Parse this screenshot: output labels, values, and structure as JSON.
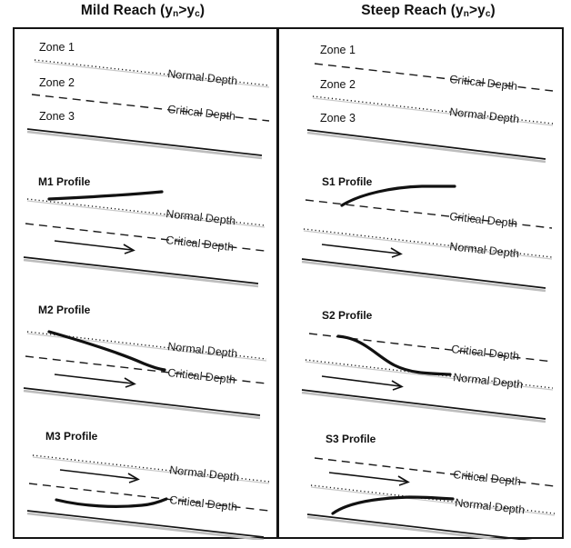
{
  "figure": {
    "type": "diagram",
    "subject": "Gradually varied flow water surface profiles",
    "columns": [
      {
        "id": "mild",
        "title_text": "Mild Reach (",
        "title_sub1": "n",
        "title_mid": ">y",
        "title_sub2": "c",
        "title_end": ")",
        "title_full": "Mild Reach (yn>yc)",
        "title_prefix": "Mild Reach (y"
      },
      {
        "id": "steep",
        "title_full": "Steep Reach (yn>yc)",
        "title_prefix": "Steep Reach (y",
        "title_sub1": "n",
        "title_mid": ">y",
        "title_sub2": "c",
        "title_end": ")"
      }
    ]
  },
  "labels": {
    "normal_depth": "Normal Depth",
    "critical_depth": "Critical Depth",
    "zone1": "Zone 1",
    "zone2": "Zone 2",
    "zone3": "Zone 3"
  },
  "panels": {
    "mild_zones": {
      "name": "mild-zone-definition",
      "zone_labels": [
        "Zone 1",
        "Zone 2",
        "Zone 3"
      ],
      "upper_line": "Normal Depth",
      "upper_line_style": "dotted",
      "lower_line": "Critical Depth",
      "lower_line_style": "dashed",
      "bed_line": "channel bed",
      "has_arrow": false,
      "has_profile_curve": false
    },
    "mild_m1": {
      "name": "m1-profile",
      "profile_label": "M1 Profile",
      "upper_line": "Normal Depth",
      "upper_line_style": "dotted",
      "lower_line": "Critical Depth",
      "lower_line_style": "dashed",
      "curve_zone": "Zone 1",
      "curve_description": "backwater curve rising above normal depth",
      "has_arrow": true
    },
    "mild_m2": {
      "name": "m2-profile",
      "profile_label": "M2 Profile",
      "upper_line": "Normal Depth",
      "upper_line_style": "dotted",
      "lower_line": "Critical Depth",
      "lower_line_style": "dashed",
      "curve_zone": "Zone 2",
      "curve_description": "drawdown curve from normal depth to critical depth",
      "has_arrow": true
    },
    "mild_m3": {
      "name": "m3-profile",
      "profile_label": "M3 Profile",
      "upper_line": "Normal Depth",
      "upper_line_style": "dotted",
      "lower_line": "Critical Depth",
      "lower_line_style": "dashed",
      "curve_zone": "Zone 3",
      "curve_description": "curve below critical depth rising toward it",
      "has_arrow": true
    },
    "steep_zones": {
      "name": "steep-zone-definition",
      "zone_labels": [
        "Zone 1",
        "Zone 2",
        "Zone 3"
      ],
      "upper_line": "Critical Depth",
      "upper_line_style": "dashed",
      "lower_line": "Normal Depth",
      "lower_line_style": "dotted",
      "bed_line": "channel bed",
      "has_arrow": false,
      "has_profile_curve": false
    },
    "steep_s1": {
      "name": "s1-profile",
      "profile_label": "S1 Profile",
      "upper_line": "Critical Depth",
      "upper_line_style": "dashed",
      "lower_line": "Normal Depth",
      "lower_line_style": "dotted",
      "curve_zone": "Zone 1",
      "curve_description": "curve rising above critical depth",
      "has_arrow": true
    },
    "steep_s2": {
      "name": "s2-profile",
      "profile_label": "S2 Profile",
      "upper_line": "Critical Depth",
      "upper_line_style": "dashed",
      "lower_line": "Normal Depth",
      "lower_line_style": "dotted",
      "curve_zone": "Zone 2",
      "curve_description": "S-shaped drawdown from critical depth to normal depth",
      "has_arrow": true
    },
    "steep_s3": {
      "name": "s3-profile",
      "profile_label": "S3 Profile",
      "upper_line": "Critical Depth",
      "upper_line_style": "dashed",
      "lower_line": "Normal Depth",
      "lower_line_style": "dotted",
      "curve_zone": "Zone 3",
      "curve_description": "curve rising from bed toward normal depth",
      "has_arrow": true
    }
  },
  "colors": {
    "line": "#1a1a1a",
    "frame": "#141414",
    "shadow": "#b9b9b9",
    "text": "#111111"
  }
}
